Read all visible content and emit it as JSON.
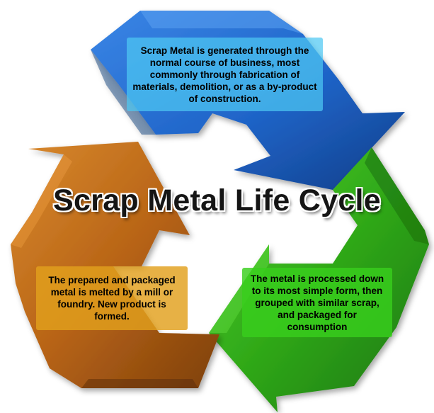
{
  "title": "Scrap Metal Life Cycle",
  "stages": {
    "generation": "Scrap Metal is generated through the normal course of business, most commonly through fabrication of materials, demolition, or as a by-product of construction.",
    "processing": "The metal is processed down to its most simple form, then grouped with similar scrap, and packaged for consumption",
    "melting": "The prepared and packaged metal is melted by a mill or foundry. New product is formed."
  },
  "colors": {
    "blue_arrow": "#1f64c8",
    "green_arrow": "#2fa818",
    "orange_arrow": "#b86416",
    "blue_box": "#4dc8f2",
    "green_box": "#38ce1c",
    "orange_box": "#e2a01c"
  }
}
